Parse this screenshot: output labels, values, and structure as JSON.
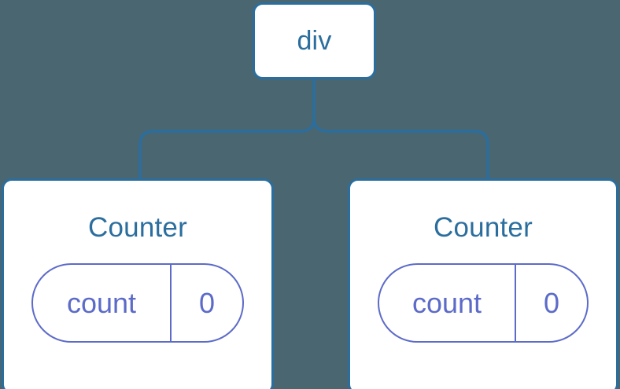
{
  "diagram": {
    "background_color": "#4a6670",
    "node_border_color": "#2b6e9e",
    "node_fill_color": "#ffffff",
    "node_text_color": "#2b6e9e",
    "state_color": "#5c6bc8",
    "edge_color": "#2b6e9e",
    "root": {
      "label": "div"
    },
    "children": [
      {
        "label": "Counter",
        "state": {
          "key": "count",
          "value": "0"
        }
      },
      {
        "label": "Counter",
        "state": {
          "key": "count",
          "value": "0"
        }
      }
    ]
  }
}
